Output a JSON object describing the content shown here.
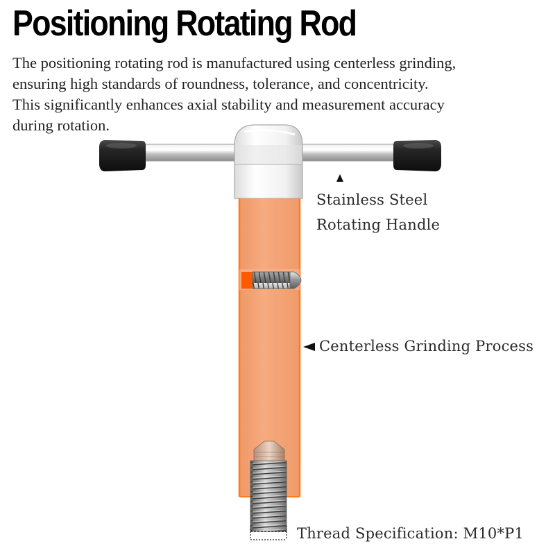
{
  "header": {
    "title": "Positioning Rotating Rod",
    "description_lines": [
      "The positioning rotating rod is manufactured using centerless grinding,",
      "ensuring high standards of roundness, tolerance, and concentricity.",
      "This significantly enhances axial stability and measurement accuracy",
      "during rotation."
    ]
  },
  "callouts": {
    "handle": {
      "line1": "Stainless Steel",
      "line2": "Rotating Handle",
      "icon": "arrow-up-icon"
    },
    "grinding": {
      "text": "Centerless Grinding Process",
      "icon": "arrow-left-icon"
    },
    "thread": {
      "text": "Thread Specification: M10*P1"
    }
  },
  "colors": {
    "rod_orange": "#f4a274",
    "rod_border": "#ff7a1a",
    "grip_black": "#1b1b1b",
    "steel": "#b9b9b9"
  }
}
